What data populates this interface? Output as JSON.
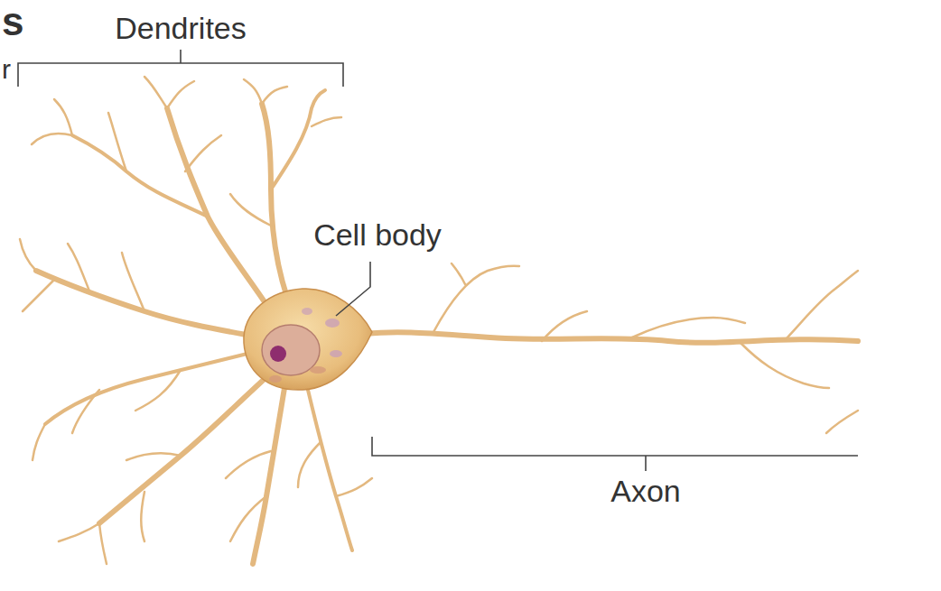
{
  "diagram": {
    "labels": [
      "s",
      "r",
      "Dendrites",
      "Cell body",
      "Axon"
    ]
  }
}
